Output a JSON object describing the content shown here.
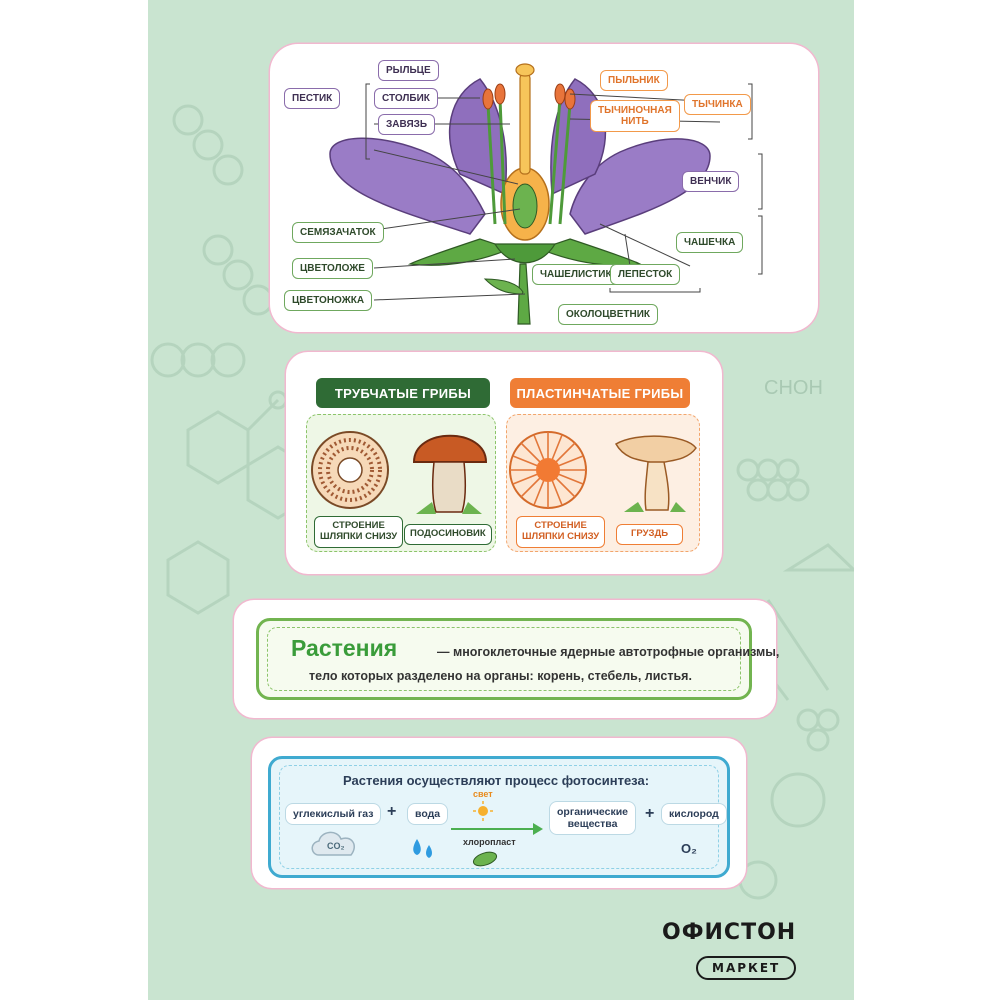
{
  "flower": {
    "pistil": "ПЕСТИК",
    "stigma": "РЫЛЬЦЕ",
    "style": "СТОЛБИК",
    "ovary": "ЗАВЯЗЬ",
    "anther": "ПЫЛЬНИК",
    "filament_l1": "ТЫЧИНОЧНАЯ",
    "filament_l2": "НИТЬ",
    "stamen": "ТЫЧИНКА",
    "corolla": "ВЕНЧИК",
    "calyx": "ЧАШЕЧКА",
    "ovule": "СЕМЯЗАЧАТОК",
    "receptacle": "ЦВЕТОЛОЖЕ",
    "pedicel": "ЦВЕТОНОЖКА",
    "sepal": "ЧАШЕЛИСТИК",
    "petal": "ЛЕПЕСТОК",
    "perianth": "ОКОЛОЦВЕТНИК"
  },
  "mushrooms": {
    "tubular_title": "ТРУБЧАТЫЕ ГРИБЫ",
    "lamellar_title": "ПЛАСТИНЧАТЫЕ ГРИБЫ",
    "cap_structure_l1": "СТРОЕНИЕ",
    "cap_structure_l2": "ШЛЯПКИ СНИЗУ",
    "boletus": "ПОДОСИНОВИК",
    "milk_cap": "ГРУЗДЬ"
  },
  "definition": {
    "term": "Растения",
    "line1": "— многоклеточные ядерные автотрофные организмы,",
    "line2": "тело которых разделено на органы: корень, стебель, листья."
  },
  "photosynthesis": {
    "title": "Растения осуществляют процесс фотосинтеза:",
    "co2_name": "углекислый газ",
    "co2_formula": "CO₂",
    "water": "вода",
    "light": "свет",
    "chloroplast": "хлоропласт",
    "organic_l1": "органические",
    "organic_l2": "вещества",
    "oxygen": "кислород",
    "o2_formula": "O₂",
    "plus": "+"
  },
  "background": {
    "formula": "CHOH"
  },
  "brand": {
    "name": "ОФИСТОН",
    "sub": "МАРКЕТ"
  },
  "colors": {
    "sheet": "#c9e4d0",
    "tubular": "#2f6b35",
    "lamellar": "#ef7e35",
    "definition": "#72b450",
    "photosynthesis": "#3faad0"
  }
}
